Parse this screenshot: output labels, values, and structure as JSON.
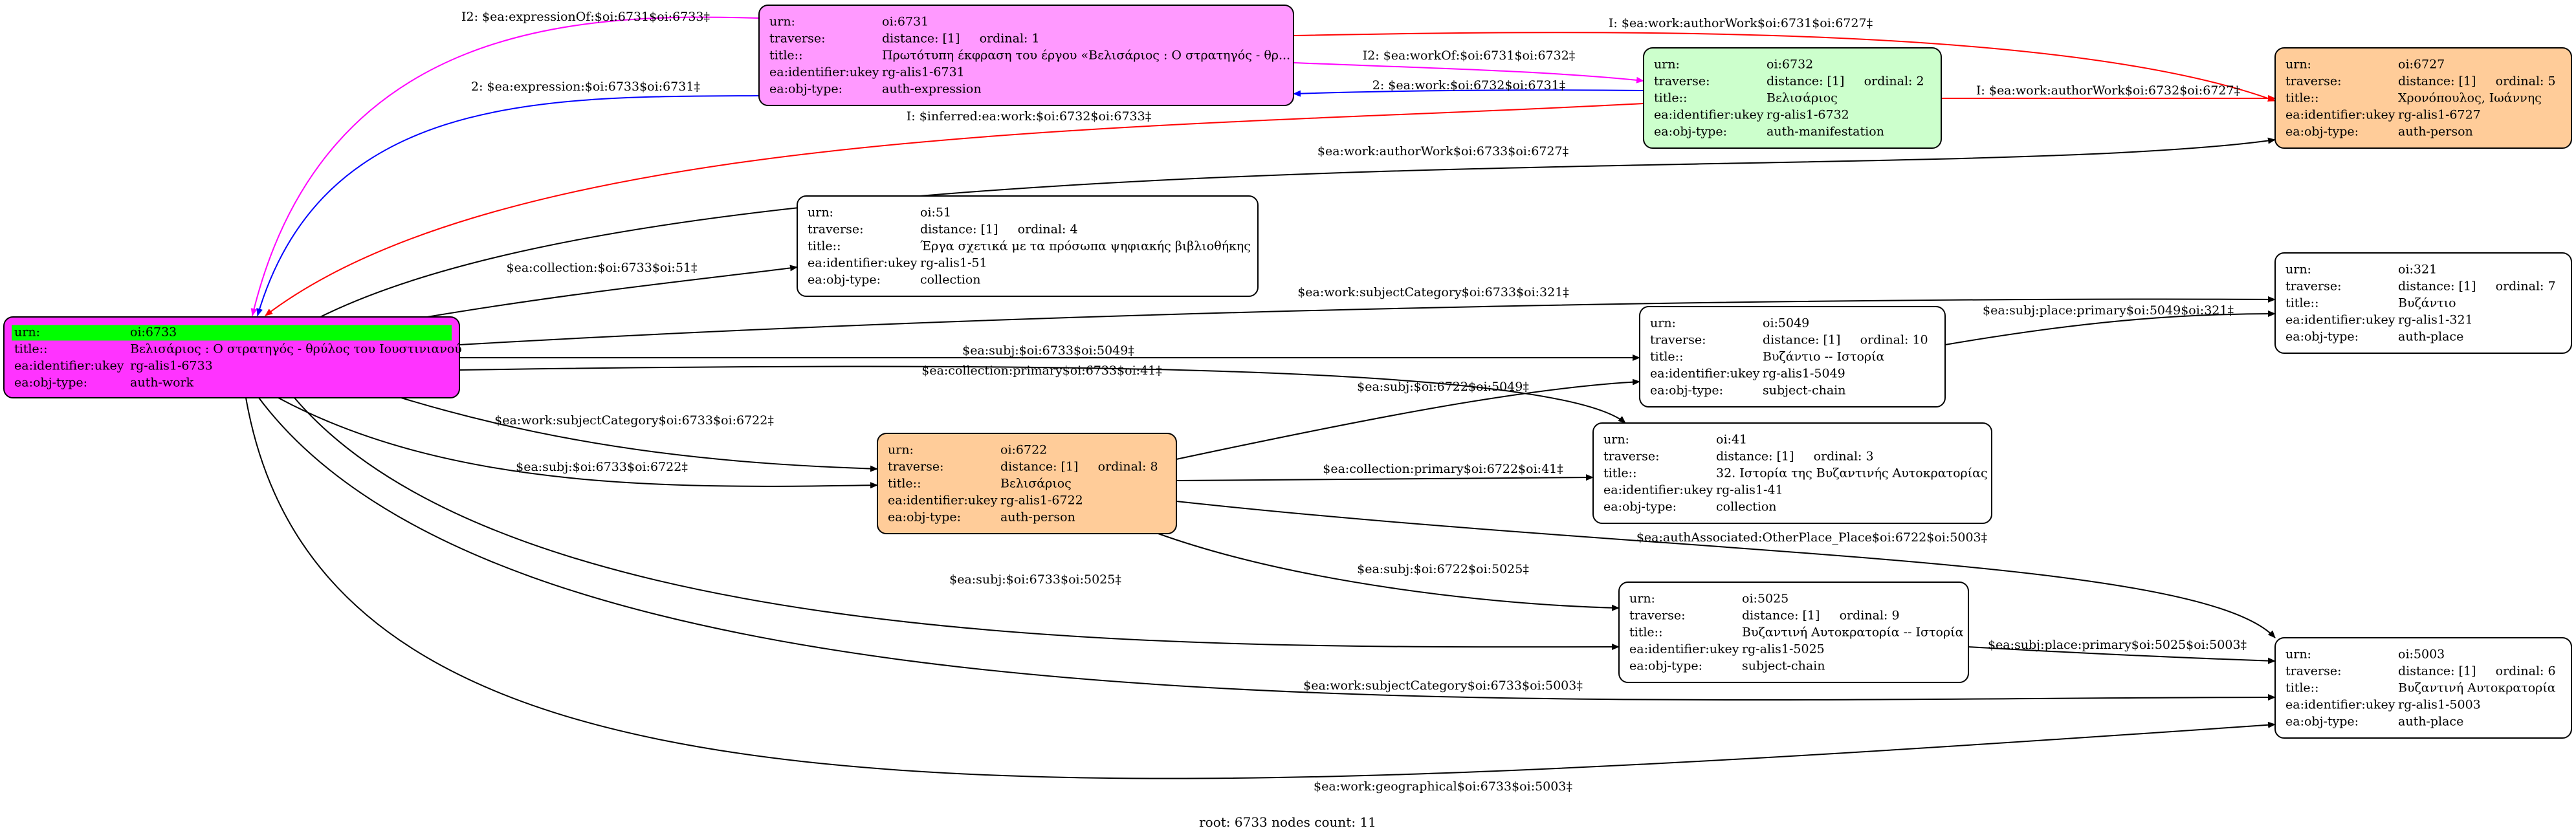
{
  "colors": {
    "work": "#ff33ff",
    "work_root_highlight": "#00ff00",
    "expression": "#ff99ff",
    "manifestation": "#ccffcc",
    "person": "#ffcc99",
    "default": "#ffffff",
    "edge_red": "#ff0000",
    "edge_magenta": "#ff00ff",
    "edge_blue": "#0000ff",
    "edge_black": "#000000"
  },
  "nodes": [
    {
      "id": "oi:6733",
      "type": "work",
      "rows": [
        [
          "urn:",
          "oi:6733"
        ],
        [
          "title::",
          "Βελισάριος : Ο στρατηγός - θρύλος του Ιουστινιανού"
        ],
        [
          "ea:identifier:ukey",
          "rg-alis1-6733"
        ],
        [
          "ea:obj-type:",
          "auth-work"
        ]
      ]
    },
    {
      "id": "oi:6731",
      "type": "expression",
      "rows": [
        [
          "urn:",
          "oi:6731"
        ],
        [
          "traverse:",
          "distance: [1]     ordinal: 1"
        ],
        [
          "title::",
          "Πρωτότυπη έκφραση του έργου «Βελισάριος : Ο στρατηγός - θρ..."
        ],
        [
          "ea:identifier:ukey",
          "rg-alis1-6731"
        ],
        [
          "ea:obj-type:",
          "auth-expression"
        ]
      ]
    },
    {
      "id": "oi:6732",
      "type": "manifestation",
      "rows": [
        [
          "urn:",
          "oi:6732"
        ],
        [
          "traverse:",
          "distance: [1]     ordinal: 2"
        ],
        [
          "title::",
          "Βελισάριος"
        ],
        [
          "ea:identifier:ukey",
          "rg-alis1-6732"
        ],
        [
          "ea:obj-type:",
          "auth-manifestation"
        ]
      ]
    },
    {
      "id": "oi:6727",
      "type": "person",
      "rows": [
        [
          "urn:",
          "oi:6727"
        ],
        [
          "traverse:",
          "distance: [1]     ordinal: 5"
        ],
        [
          "title::",
          "Χρονόπουλος, Ιωάννης"
        ],
        [
          "ea:identifier:ukey",
          "rg-alis1-6727"
        ],
        [
          "ea:obj-type:",
          "auth-person"
        ]
      ]
    },
    {
      "id": "oi:51",
      "type": "default",
      "rows": [
        [
          "urn:",
          "oi:51"
        ],
        [
          "traverse:",
          "distance: [1]     ordinal: 4"
        ],
        [
          "title::",
          "Έργα σχετικά με τα πρόσωπα ψηφιακής βιβλιοθήκης"
        ],
        [
          "ea:identifier:ukey",
          "rg-alis1-51"
        ],
        [
          "ea:obj-type:",
          "collection"
        ]
      ]
    },
    {
      "id": "oi:321",
      "type": "default",
      "rows": [
        [
          "urn:",
          "oi:321"
        ],
        [
          "traverse:",
          "distance: [1]     ordinal: 7"
        ],
        [
          "title::",
          "Βυζάντιο"
        ],
        [
          "ea:identifier:ukey",
          "rg-alis1-321"
        ],
        [
          "ea:obj-type:",
          "auth-place"
        ]
      ]
    },
    {
      "id": "oi:5049",
      "type": "default",
      "rows": [
        [
          "urn:",
          "oi:5049"
        ],
        [
          "traverse:",
          "distance: [1]     ordinal: 10"
        ],
        [
          "title::",
          "Βυζάντιο -- Ιστορία"
        ],
        [
          "ea:identifier:ukey",
          "rg-alis1-5049"
        ],
        [
          "ea:obj-type:",
          "subject-chain"
        ]
      ]
    },
    {
      "id": "oi:41",
      "type": "default",
      "rows": [
        [
          "urn:",
          "oi:41"
        ],
        [
          "traverse:",
          "distance: [1]     ordinal: 3"
        ],
        [
          "title::",
          "32. Ιστορία της Βυζαντινής Αυτοκρατορίας"
        ],
        [
          "ea:identifier:ukey",
          "rg-alis1-41"
        ],
        [
          "ea:obj-type:",
          "collection"
        ]
      ]
    },
    {
      "id": "oi:6722",
      "type": "person",
      "rows": [
        [
          "urn:",
          "oi:6722"
        ],
        [
          "traverse:",
          "distance: [1]     ordinal: 8"
        ],
        [
          "title::",
          "Βελισάριος"
        ],
        [
          "ea:identifier:ukey",
          "rg-alis1-6722"
        ],
        [
          "ea:obj-type:",
          "auth-person"
        ]
      ]
    },
    {
      "id": "oi:5025",
      "type": "default",
      "rows": [
        [
          "urn:",
          "oi:5025"
        ],
        [
          "traverse:",
          "distance: [1]     ordinal: 9"
        ],
        [
          "title::",
          "Βυζαντινή Αυτοκρατορία -- Ιστορία"
        ],
        [
          "ea:identifier:ukey",
          "rg-alis1-5025"
        ],
        [
          "ea:obj-type:",
          "subject-chain"
        ]
      ]
    },
    {
      "id": "oi:5003",
      "type": "default",
      "rows": [
        [
          "urn:",
          "oi:5003"
        ],
        [
          "traverse:",
          "distance: [1]     ordinal: 6"
        ],
        [
          "title::",
          "Βυζαντινή Αυτοκρατορία"
        ],
        [
          "ea:identifier:ukey",
          "rg-alis1-5003"
        ],
        [
          "ea:obj-type:",
          "auth-place"
        ]
      ]
    }
  ],
  "edges": [
    {
      "id": "e1",
      "color": "edge_magenta",
      "label": "I2: $ea:expressionOf:$oi:6731$oi:6733‡"
    },
    {
      "id": "e2",
      "color": "edge_blue",
      "label": "2: $ea:expression:$oi:6733$oi:6731‡"
    },
    {
      "id": "e3",
      "color": "edge_red",
      "label": "I: $ea:work:authorWork$oi:6731$oi:6727‡"
    },
    {
      "id": "e4",
      "color": "edge_magenta",
      "label": "I2: $ea:workOf:$oi:6731$oi:6732‡"
    },
    {
      "id": "e5",
      "color": "edge_blue",
      "label": "2: $ea:work:$oi:6732$oi:6731‡"
    },
    {
      "id": "e6",
      "color": "edge_red",
      "label": "I: $ea:work:authorWork$oi:6732$oi:6727‡"
    },
    {
      "id": "e7",
      "color": "edge_red",
      "label": "I: $inferred:ea:work:$oi:6732$oi:6733‡"
    },
    {
      "id": "e8",
      "color": "edge_black",
      "label": "$ea:work:authorWork$oi:6733$oi:6727‡"
    },
    {
      "id": "e9",
      "color": "edge_black",
      "label": "$ea:collection:$oi:6733$oi:51‡"
    },
    {
      "id": "e10",
      "color": "edge_black",
      "label": "$ea:work:subjectCategory$oi:6733$oi:321‡"
    },
    {
      "id": "e11",
      "color": "edge_black",
      "label": "$ea:subj:$oi:6733$oi:5049‡"
    },
    {
      "id": "e12",
      "color": "edge_black",
      "label": "$ea:subj:place:primary$oi:5049$oi:321‡"
    },
    {
      "id": "e13",
      "color": "edge_black",
      "label": "$ea:collection:primary$oi:6733$oi:41‡"
    },
    {
      "id": "e14",
      "color": "edge_black",
      "label": "$ea:subj:$oi:6722$oi:5049‡"
    },
    {
      "id": "e15",
      "color": "edge_black",
      "label": "$ea:work:subjectCategory$oi:6733$oi:6722‡"
    },
    {
      "id": "e16",
      "color": "edge_black",
      "label": "$ea:subj:$oi:6733$oi:6722‡"
    },
    {
      "id": "e17",
      "color": "edge_black",
      "label": "$ea:collection:primary$oi:6722$oi:41‡"
    },
    {
      "id": "e18",
      "color": "edge_black",
      "label": "$ea:authAssociated:OtherPlace_Place$oi:6722$oi:5003‡"
    },
    {
      "id": "e19",
      "color": "edge_black",
      "label": "$ea:subj:$oi:6722$oi:5025‡"
    },
    {
      "id": "e20",
      "color": "edge_black",
      "label": "$ea:subj:$oi:6733$oi:5025‡"
    },
    {
      "id": "e21",
      "color": "edge_black",
      "label": "$ea:subj:place:primary$oi:5025$oi:5003‡"
    },
    {
      "id": "e22",
      "color": "edge_black",
      "label": "$ea:work:subjectCategory$oi:6733$oi:5003‡"
    },
    {
      "id": "e23",
      "color": "edge_black",
      "label": "$ea:work:geographical$oi:6733$oi:5003‡"
    }
  ],
  "footer": "root: 6733 nodes count: 11"
}
